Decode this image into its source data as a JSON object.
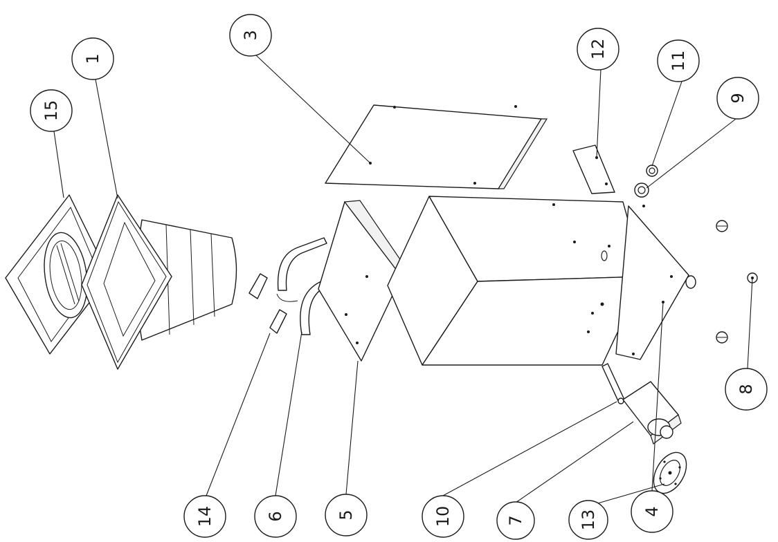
{
  "balloons": [
    {
      "label": "15"
    },
    {
      "label": "1"
    },
    {
      "label": "3"
    },
    {
      "label": "12"
    },
    {
      "label": "11"
    },
    {
      "label": "9"
    },
    {
      "label": "14"
    },
    {
      "label": "6"
    },
    {
      "label": "5"
    },
    {
      "label": "10"
    },
    {
      "label": "7"
    },
    {
      "label": "13"
    },
    {
      "label": "4"
    },
    {
      "label": "8"
    }
  ]
}
